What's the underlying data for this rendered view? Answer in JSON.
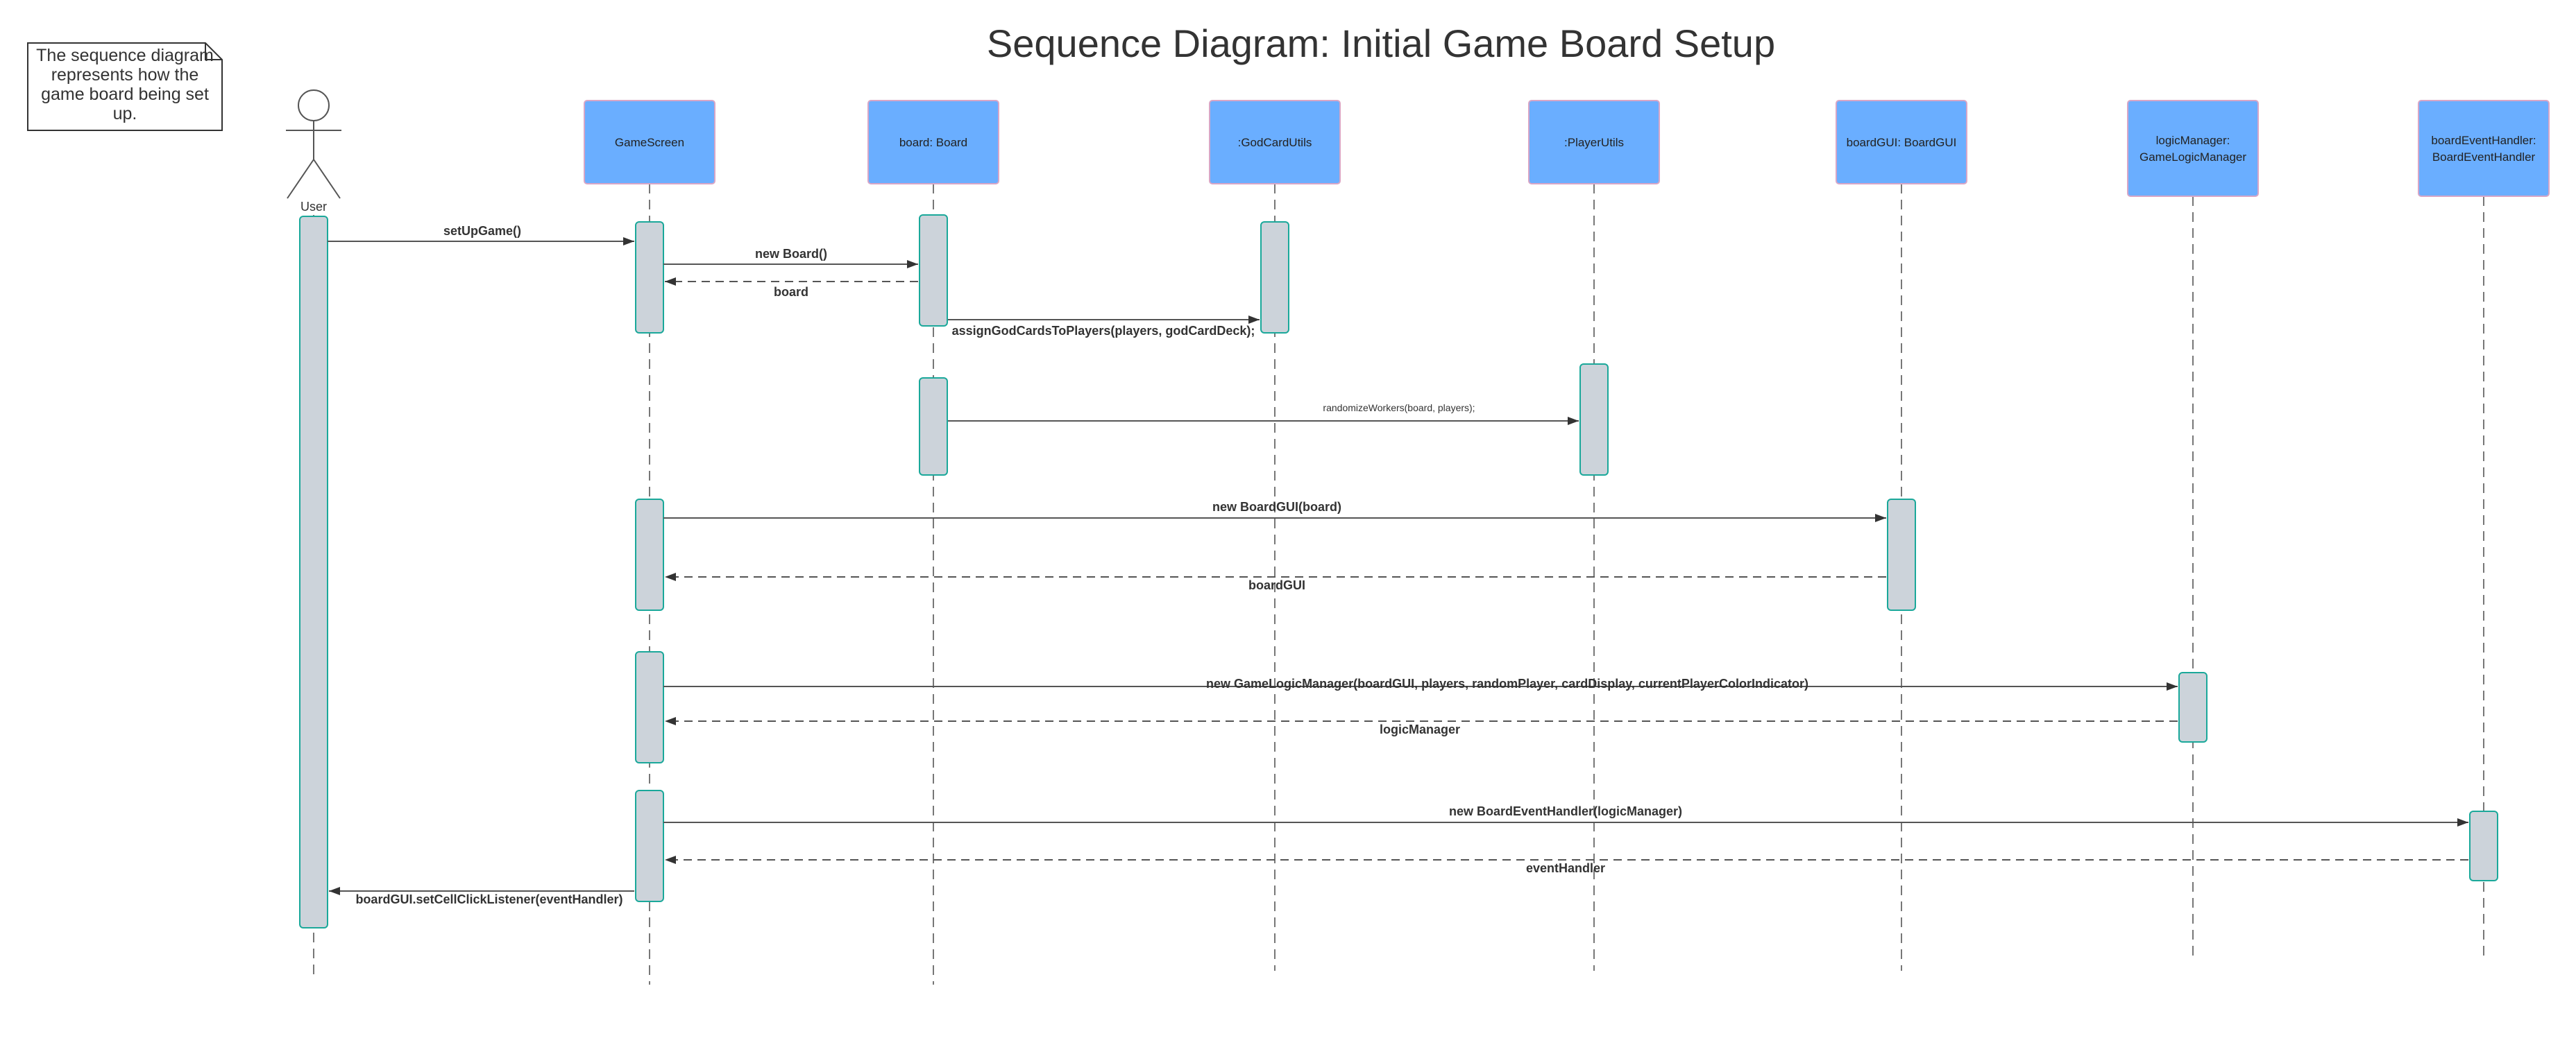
{
  "title": "Sequence Diagram: Initial Game Board Setup",
  "note": [
    "The sequence diagram",
    "represents how the",
    "game board being set",
    "up."
  ],
  "actor": {
    "label": "User"
  },
  "participants": [
    {
      "id": "gamescreen",
      "lines": [
        "GameScreen"
      ]
    },
    {
      "id": "board",
      "lines": [
        "board: Board"
      ]
    },
    {
      "id": "godcardutils",
      "lines": [
        ":GodCardUtils"
      ]
    },
    {
      "id": "playerutils",
      "lines": [
        ":PlayerUtils"
      ]
    },
    {
      "id": "boardgui",
      "lines": [
        "boardGUI: BoardGUI"
      ]
    },
    {
      "id": "logicmanager",
      "lines": [
        "logicManager:",
        "GameLogicManager"
      ]
    },
    {
      "id": "boardeventhandler",
      "lines": [
        "boardEventHandler:",
        "BoardEventHandler"
      ]
    }
  ],
  "messages": [
    {
      "label": "setUpGame()",
      "from": "user",
      "to": "gamescreen",
      "kind": "call"
    },
    {
      "label": "new Board()",
      "from": "gamescreen",
      "to": "board",
      "kind": "call"
    },
    {
      "label": "board",
      "from": "board",
      "to": "gamescreen",
      "kind": "return"
    },
    {
      "label": "assignGodCardsToPlayers(players, godCardDeck);",
      "from": "board",
      "to": "godcardutils",
      "kind": "call"
    },
    {
      "label": "randomizeWorkers(board, players);",
      "from": "board",
      "to": "playerutils",
      "kind": "call"
    },
    {
      "label": "new BoardGUI(board)",
      "from": "gamescreen",
      "to": "boardgui",
      "kind": "call"
    },
    {
      "label": "boardGUI",
      "from": "boardgui",
      "to": "gamescreen",
      "kind": "return"
    },
    {
      "label": "new GameLogicManager(boardGUI, players, randomPlayer, cardDisplay, currentPlayerColorIndicator)",
      "from": "gamescreen",
      "to": "logicmanager",
      "kind": "call"
    },
    {
      "label": "logicManager",
      "from": "logicmanager",
      "to": "gamescreen",
      "kind": "return"
    },
    {
      "label": "new BoardEventHandler(logicManager)",
      "from": "gamescreen",
      "to": "boardeventhandler",
      "kind": "call"
    },
    {
      "label": "eventHandler",
      "from": "boardeventhandler",
      "to": "gamescreen",
      "kind": "return"
    },
    {
      "label": "boardGUI.setCellClickListener(eventHandler)",
      "from": "gamescreen",
      "to": "user",
      "kind": "call"
    }
  ],
  "colors": {
    "participant_fill": "#6aaeff",
    "participant_border": "#d8a6c6",
    "activation_fill": "#ccd3da",
    "activation_border": "#1aa89a",
    "line": "#555555",
    "text": "#333333",
    "title": "#3a3f44"
  }
}
